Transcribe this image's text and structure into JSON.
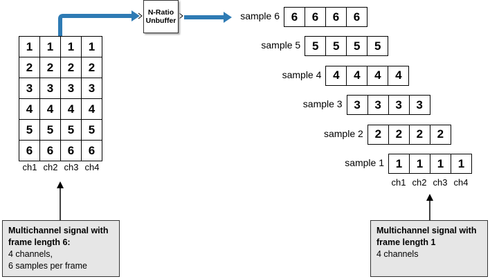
{
  "block": {
    "line1": "N-Ratio",
    "line2": "Unbuffer"
  },
  "input_matrix": {
    "rows": [
      [
        "1",
        "1",
        "1",
        "1"
      ],
      [
        "2",
        "2",
        "2",
        "2"
      ],
      [
        "3",
        "3",
        "3",
        "3"
      ],
      [
        "4",
        "4",
        "4",
        "4"
      ],
      [
        "5",
        "5",
        "5",
        "5"
      ],
      [
        "6",
        "6",
        "6",
        "6"
      ]
    ],
    "channels": [
      "ch1",
      "ch2",
      "ch3",
      "ch4"
    ]
  },
  "output_samples": [
    {
      "label": "sample 6",
      "values": [
        "6",
        "6",
        "6",
        "6"
      ]
    },
    {
      "label": "sample 5",
      "values": [
        "5",
        "5",
        "5",
        "5"
      ]
    },
    {
      "label": "sample 4",
      "values": [
        "4",
        "4",
        "4",
        "4"
      ]
    },
    {
      "label": "sample 3",
      "values": [
        "3",
        "3",
        "3",
        "3"
      ]
    },
    {
      "label": "sample 2",
      "values": [
        "2",
        "2",
        "2",
        "2"
      ]
    },
    {
      "label": "sample 1",
      "values": [
        "1",
        "1",
        "1",
        "1"
      ]
    }
  ],
  "output_channels": [
    "ch1",
    "ch2",
    "ch3",
    "ch4"
  ],
  "notes": {
    "left": {
      "title1": "Multichannel signal with",
      "title2": "frame length 6:",
      "line1": "4 channels,",
      "line2": "6 samples per frame"
    },
    "right": {
      "title1": "Multichannel signal with",
      "title2": "frame length 1",
      "line1": "4 channels"
    }
  },
  "colors": {
    "signal_line": "#2e7bb4",
    "note_fill": "#e6e6e6"
  }
}
